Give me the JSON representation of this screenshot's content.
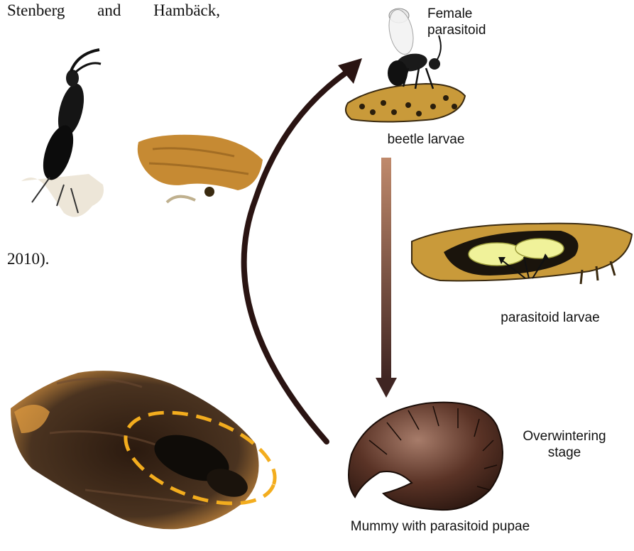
{
  "text_fragments": {
    "top": "Stenberg and Hambäck,",
    "bottom": "2010)."
  },
  "labels": {
    "female": "Female parasitoid",
    "beetle": "beetle larvae",
    "parasitoid_larvae": "parasitoid larvae",
    "overwintering": "Overwintering stage",
    "mummy": "Mummy with parasitoid pupae"
  },
  "colors": {
    "cycle_arrow": "#2a1412",
    "gradient_top": "#c08a6c",
    "gradient_bottom": "#3f2522",
    "highlight_ellipse": "#f3ad1e",
    "larva_body": "#c99a3a",
    "mummy_body": "#3b2218"
  }
}
